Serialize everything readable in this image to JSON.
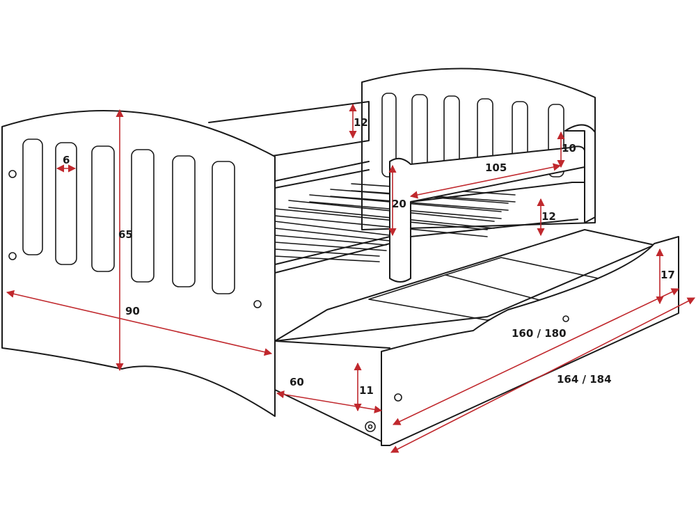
{
  "colors": {
    "outline": "#1a1a1a",
    "dimension": "#c0282d",
    "background": "#ffffff"
  },
  "dimensions": {
    "end_height": "65",
    "end_width": "90",
    "slat_width": "6",
    "rail_height_back": "12",
    "guard_rail_height": "10",
    "guard_rail_length": "105",
    "guard_post_height": "20",
    "gap_height": "12",
    "drawer_height": "17",
    "drawer_inner_length": "160 / 180",
    "total_length": "164 / 184",
    "drawer_depth": "60",
    "drawer_clearance": "11"
  }
}
